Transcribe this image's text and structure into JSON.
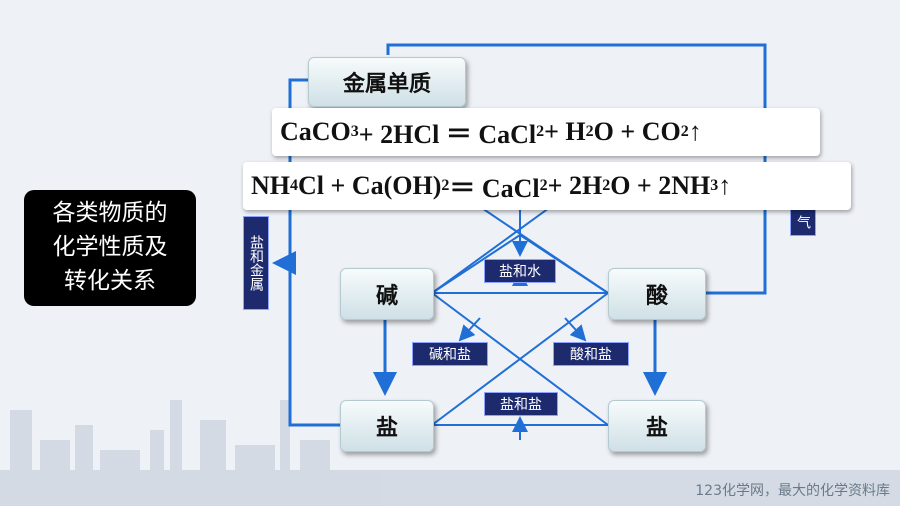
{
  "title_lines": [
    "各类物质的",
    "化学性质及",
    "转化关系"
  ],
  "nodes": {
    "metal": "金属单质",
    "base": "碱",
    "acid": "酸",
    "salt_left": "盐",
    "salt_right": "盐"
  },
  "tags": {
    "salt_water": "盐和水",
    "base_salt": "碱和盐",
    "acid_salt": "酸和盐",
    "salt_salt": "盐和盐",
    "salt_metal": "盐和金属",
    "gas_partial": "气"
  },
  "equation1": {
    "parts": [
      "CaCO",
      "3",
      " + 2HCl ＝ CaCl",
      "2",
      " + H",
      "2",
      "O + CO",
      "2",
      " ↑"
    ]
  },
  "equation2": {
    "parts": [
      "NH",
      "4",
      "Cl + Ca(OH)",
      "2",
      " ＝ CaCl",
      "2",
      " + 2H",
      "2",
      "O + 2NH",
      "3",
      " ↑"
    ]
  },
  "footer": "123化学网，最大的化学资料库",
  "colors": {
    "line": "#1f6fd6",
    "tag_bg": "#1d2a6e"
  }
}
